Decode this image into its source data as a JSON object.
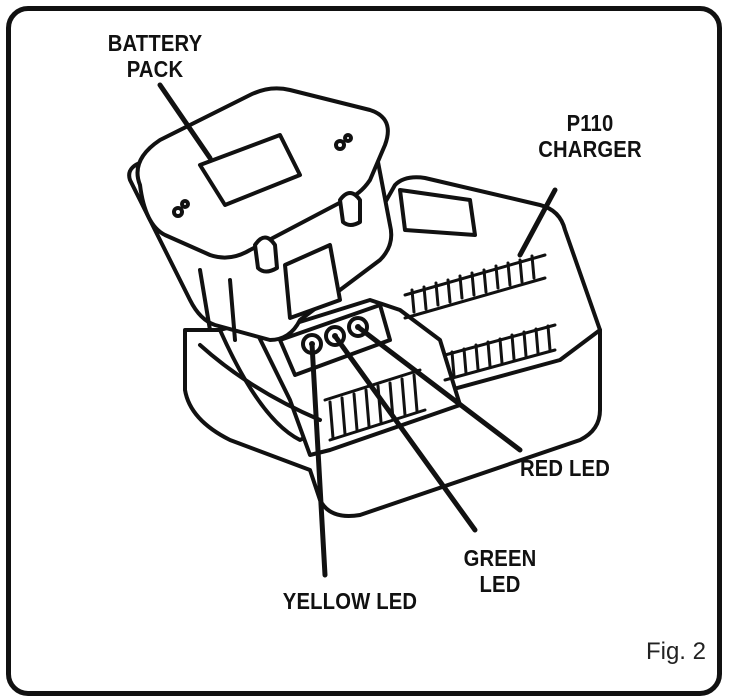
{
  "labels": {
    "battery_pack": [
      "BATTERY",
      "PACK"
    ],
    "charger": [
      "P110",
      "CHARGER"
    ],
    "red_led": "RED LED",
    "green_led": [
      "GREEN",
      "LED"
    ],
    "yellow_led": "YELLOW LED"
  },
  "figure_label": "Fig. 2",
  "colors": {
    "line": "#111111",
    "fill": "#ffffff"
  }
}
